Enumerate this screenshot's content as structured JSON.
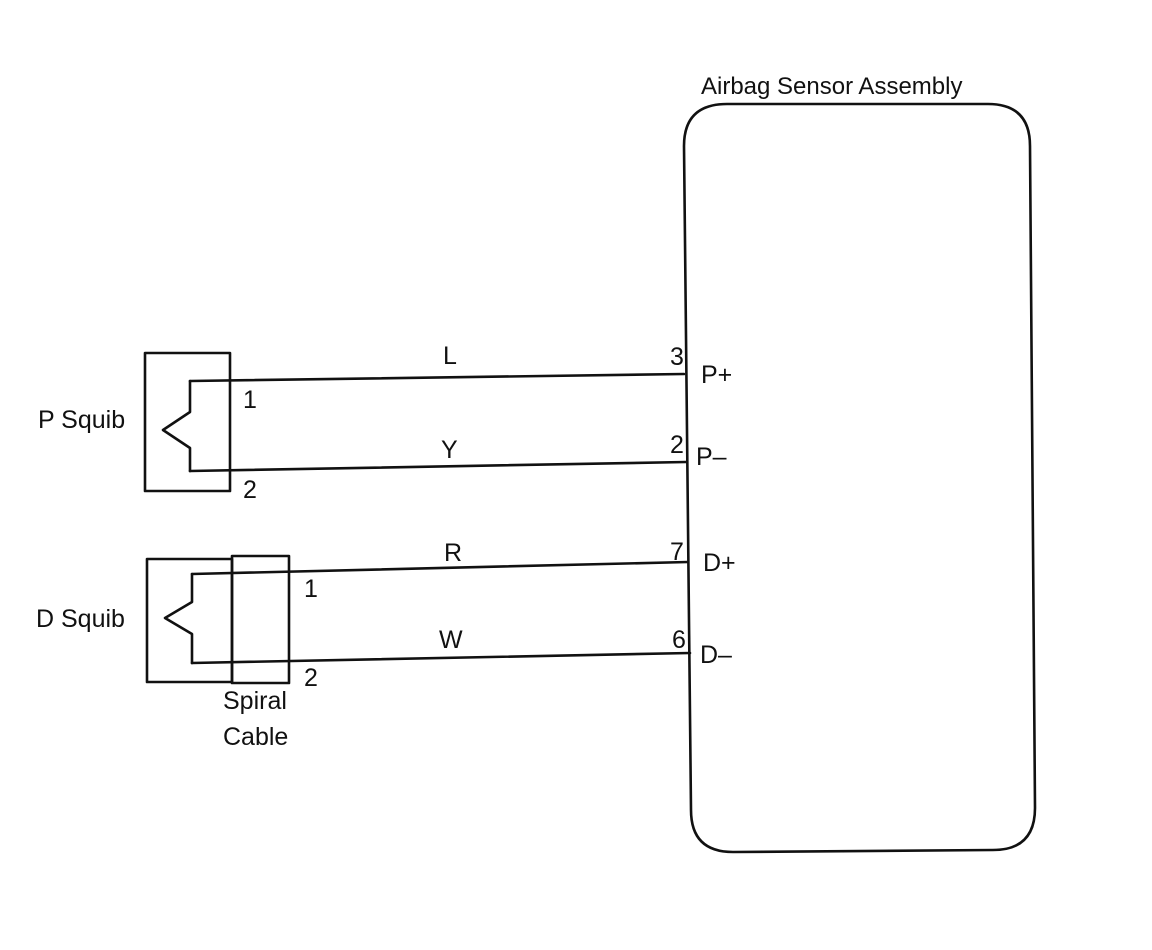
{
  "sensor": {
    "title": "Airbag Sensor Assembly",
    "terminals": [
      {
        "pin": "3",
        "name": "P+"
      },
      {
        "pin": "2",
        "name": "P–"
      },
      {
        "pin": "7",
        "name": "D+"
      },
      {
        "pin": "6",
        "name": "D–"
      }
    ]
  },
  "p_squib": {
    "label": "P Squib",
    "pins": [
      "1",
      "2"
    ]
  },
  "d_squib": {
    "label": "D Squib",
    "pins": [
      "1",
      "2"
    ]
  },
  "spiral_cable": {
    "line1": "Spiral",
    "line2": "Cable"
  },
  "wires": [
    {
      "color_code": "L"
    },
    {
      "color_code": "Y"
    },
    {
      "color_code": "R"
    },
    {
      "color_code": "W"
    }
  ]
}
